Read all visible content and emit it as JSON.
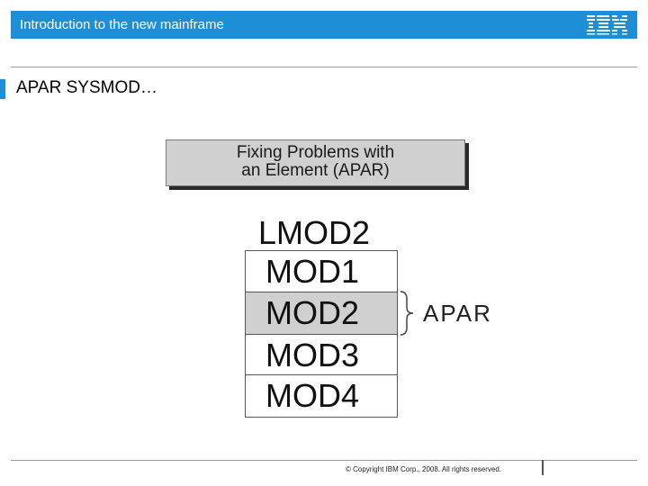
{
  "header": {
    "title": "Introduction to the new mainframe",
    "logo": "IBM"
  },
  "slide": {
    "title": "APAR SYSMOD…"
  },
  "diagram": {
    "banner_lines": [
      "Fixing Problems with",
      "an Element (APAR)"
    ],
    "load_module": "LMOD2",
    "modules": [
      {
        "label": "MOD1",
        "highlighted": false
      },
      {
        "label": "MOD2",
        "highlighted": true
      },
      {
        "label": "MOD3",
        "highlighted": false
      },
      {
        "label": "MOD4",
        "highlighted": false
      }
    ],
    "annotation": "APAR"
  },
  "footer": {
    "copyright": "© Copyright IBM Corp., 2008. All rights reserved."
  },
  "colors": {
    "brand_blue": "#1e8fd6",
    "highlight_gray": "#d0d0d0"
  }
}
